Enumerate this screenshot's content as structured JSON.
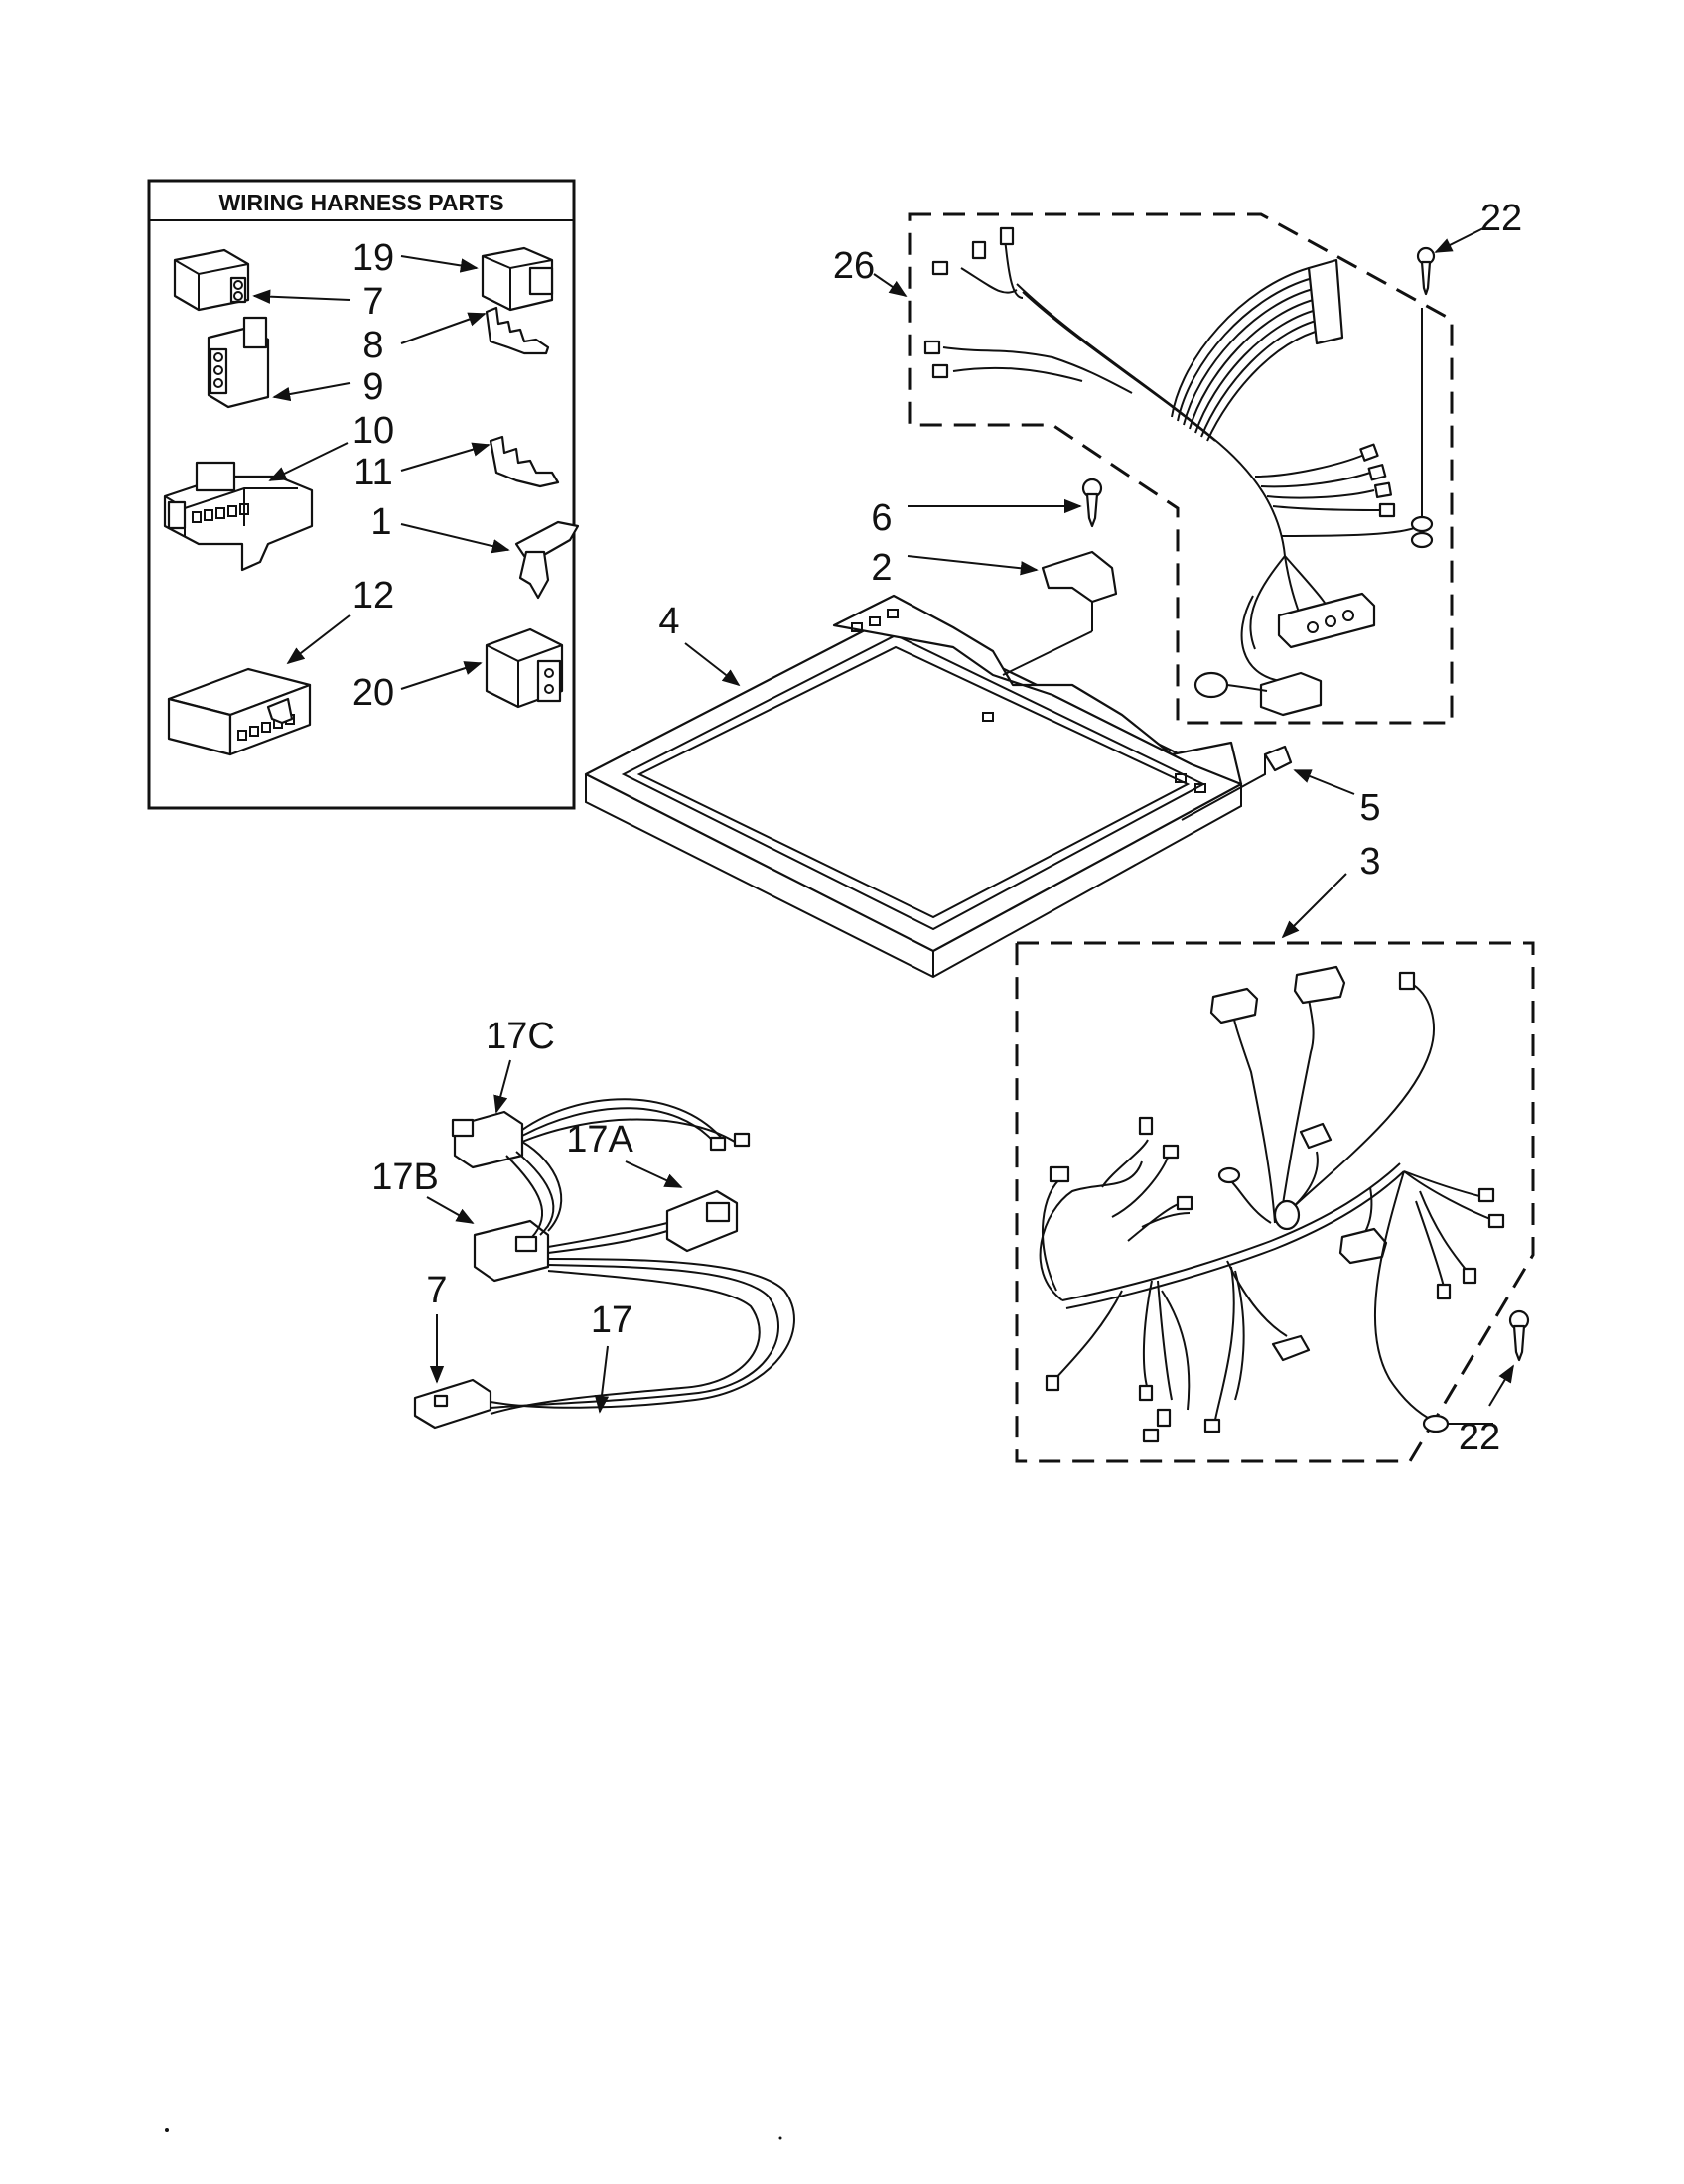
{
  "wiring_box": {
    "title": "WIRING HARNESS PARTS"
  },
  "labels": {
    "p19": "19",
    "p7a": "7",
    "p8": "8",
    "p9": "9",
    "p10": "10",
    "p11": "11",
    "p1": "1",
    "p12": "12",
    "p20": "20",
    "p26": "26",
    "p22a": "22",
    "p6": "6",
    "p2": "2",
    "p4": "4",
    "p5": "5",
    "p3": "3",
    "p22b": "22",
    "p17c": "17C",
    "p17a": "17A",
    "p17b": "17B",
    "p7b": "7",
    "p17": "17"
  }
}
